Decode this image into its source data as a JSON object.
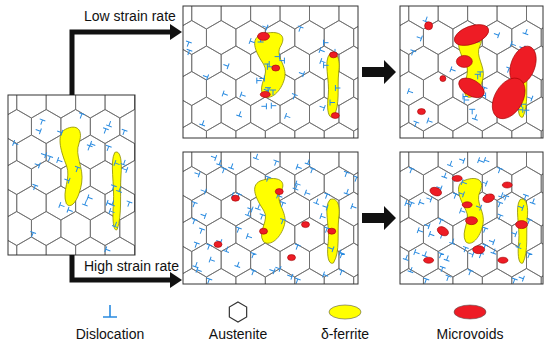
{
  "diagram": {
    "labels": [
      "Low strain rate",
      "High strain rate"
    ],
    "legend": [
      {
        "text": "Dislocation"
      },
      {
        "text": "Austenite"
      },
      {
        "text": "δ-ferrite",
        "color": "#ffff00"
      },
      {
        "text": "Microvoids",
        "color": "#ee1c25"
      }
    ]
  }
}
